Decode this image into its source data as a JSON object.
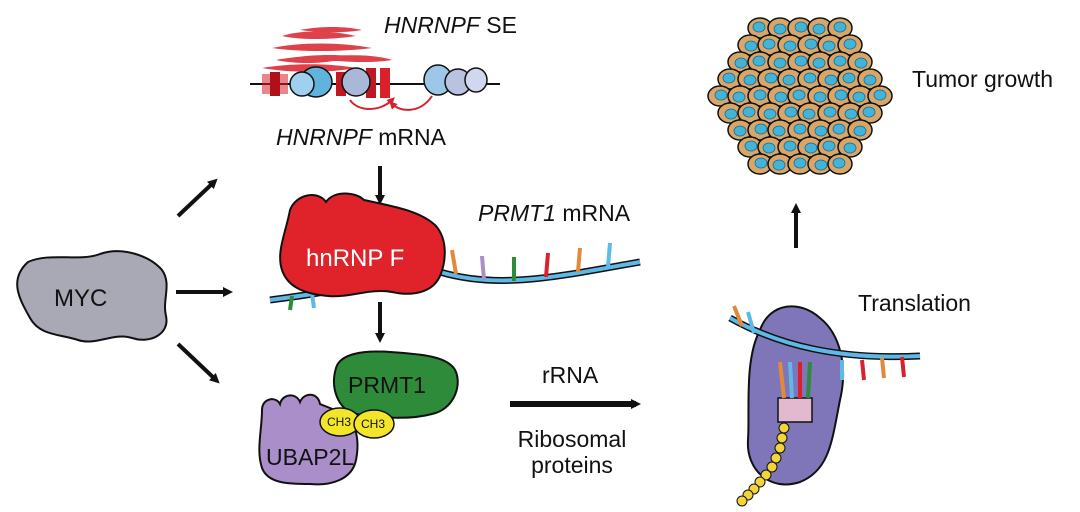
{
  "labels": {
    "se_gene": "HNRNPF",
    "se_suffix": " SE",
    "mrna_gene": "HNRNPF",
    "mrna_suffix": " mRNA",
    "prmt1_mrna_gene": "PRMT1",
    "prmt1_mrna_suffix": " mRNA",
    "myc": "MYC",
    "hnrnpf": "hnRNP F",
    "prmt1": "PRMT1",
    "ubap2l": "UBAP2L",
    "ch3_left": "CH3",
    "ch3_right": "CH3",
    "rrna": "rRNA",
    "ribosomal_line1": "Ribosomal",
    "ribosomal_line2": "proteins",
    "translation": "Translation",
    "tumor_growth": "Tumor growth"
  },
  "colors": {
    "red": "#d9202b",
    "rna_blue": "#5fb9e6",
    "myc_gray": "#a9a9b5",
    "prmt1_green": "#2e8b3a",
    "ubap2l_purple": "#a98ec9",
    "ch3_yellow": "#f3e62a",
    "ribosome_purple": "#7e76b8",
    "cell_orange": "#d9a66a",
    "nucleus_blue": "#43b4d8"
  }
}
